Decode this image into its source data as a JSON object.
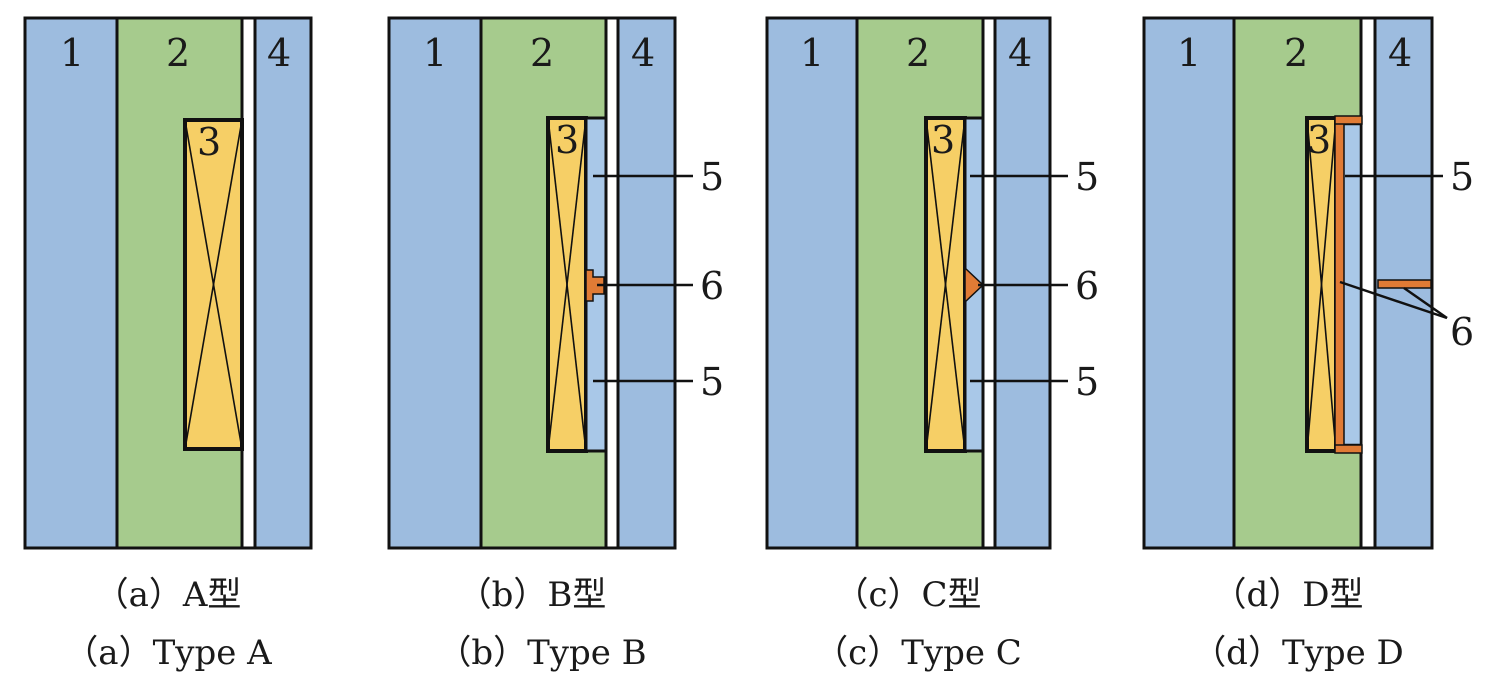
{
  "colors": {
    "blue": "#9dbcdf",
    "green": "#a6cb8d",
    "yellow": "#f6cf66",
    "orange": "#e07b35",
    "outline": "#111111"
  },
  "panels": [
    {
      "zone_labels": [
        "1",
        "2",
        "3",
        "4"
      ],
      "caption_cn": "（a）A型",
      "caption_en": "（a）Type A",
      "callouts": []
    },
    {
      "zone_labels": [
        "1",
        "2",
        "3",
        "4"
      ],
      "caption_cn": "（b）B型",
      "caption_en": "（b）Type B",
      "callouts": [
        "5",
        "6",
        "5"
      ]
    },
    {
      "zone_labels": [
        "1",
        "2",
        "3",
        "4"
      ],
      "caption_cn": "（c）C型",
      "caption_en": "（c）Type C",
      "callouts": [
        "5",
        "6",
        "5"
      ]
    },
    {
      "zone_labels": [
        "1",
        "2",
        "3",
        "4"
      ],
      "caption_cn": "（d）D型",
      "caption_en": "（d）Type D",
      "callouts": [
        "5",
        "6"
      ]
    }
  ]
}
